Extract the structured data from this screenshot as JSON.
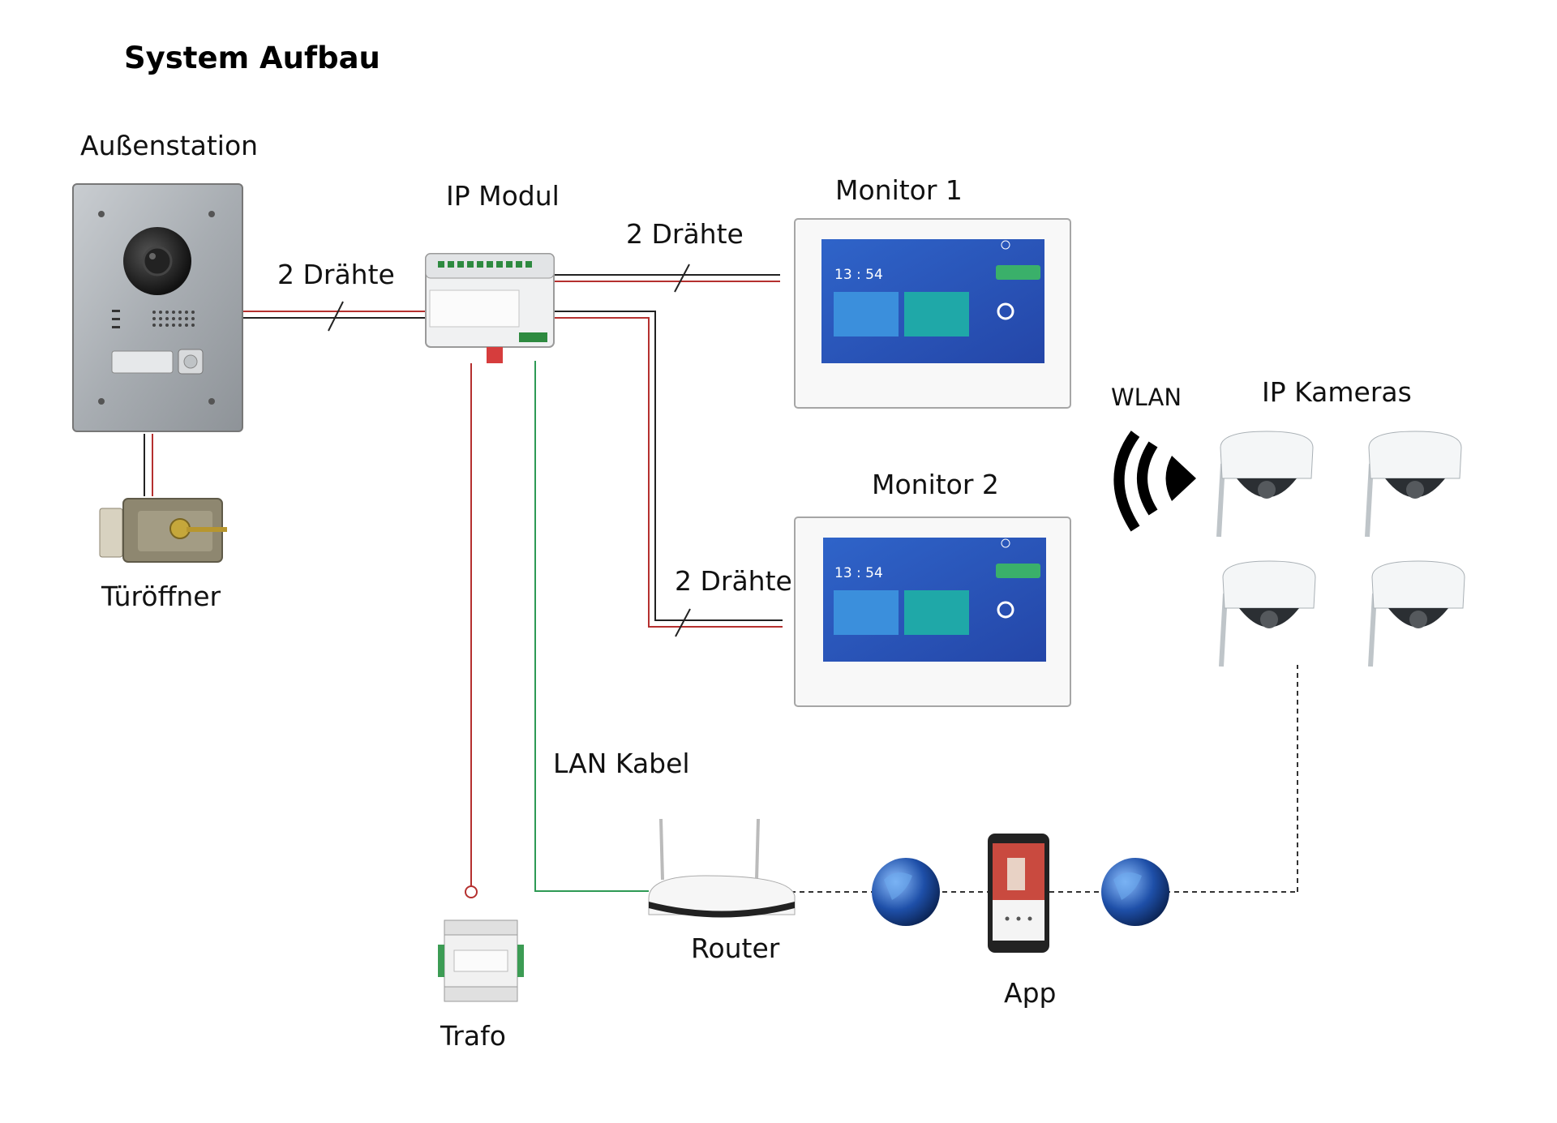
{
  "title": "System Aufbau",
  "labels": {
    "aussenstation": "Außenstation",
    "tueroeffner": "Türöffner",
    "ip_modul": "IP Modul",
    "monitor1": "Monitor 1",
    "monitor2": "Monitor 2",
    "wires_left": "2 Drähte",
    "wires_m1": "2 Drähte",
    "wires_m2": "2 Drähte",
    "wlan": "WLAN",
    "ip_kameras": "IP Kameras",
    "lan_kabel": "LAN Kabel",
    "router": "Router",
    "app": "App",
    "trafo": "Trafo"
  },
  "monitor_screen": {
    "time": "13 : 54"
  },
  "colors": {
    "wire_red": "#b5302f",
    "wire_black": "#222222",
    "lan_green": "#2e9a55",
    "screen_blue": "#2a5bbf",
    "tile_blue": "#3b8fdc",
    "tile_teal": "#1fa8a8"
  },
  "icons": [
    "wifi-icon",
    "globe-icon",
    "smartphone-icon",
    "router-icon",
    "dome-camera-icon",
    "door-lock-icon",
    "transformer-icon"
  ]
}
